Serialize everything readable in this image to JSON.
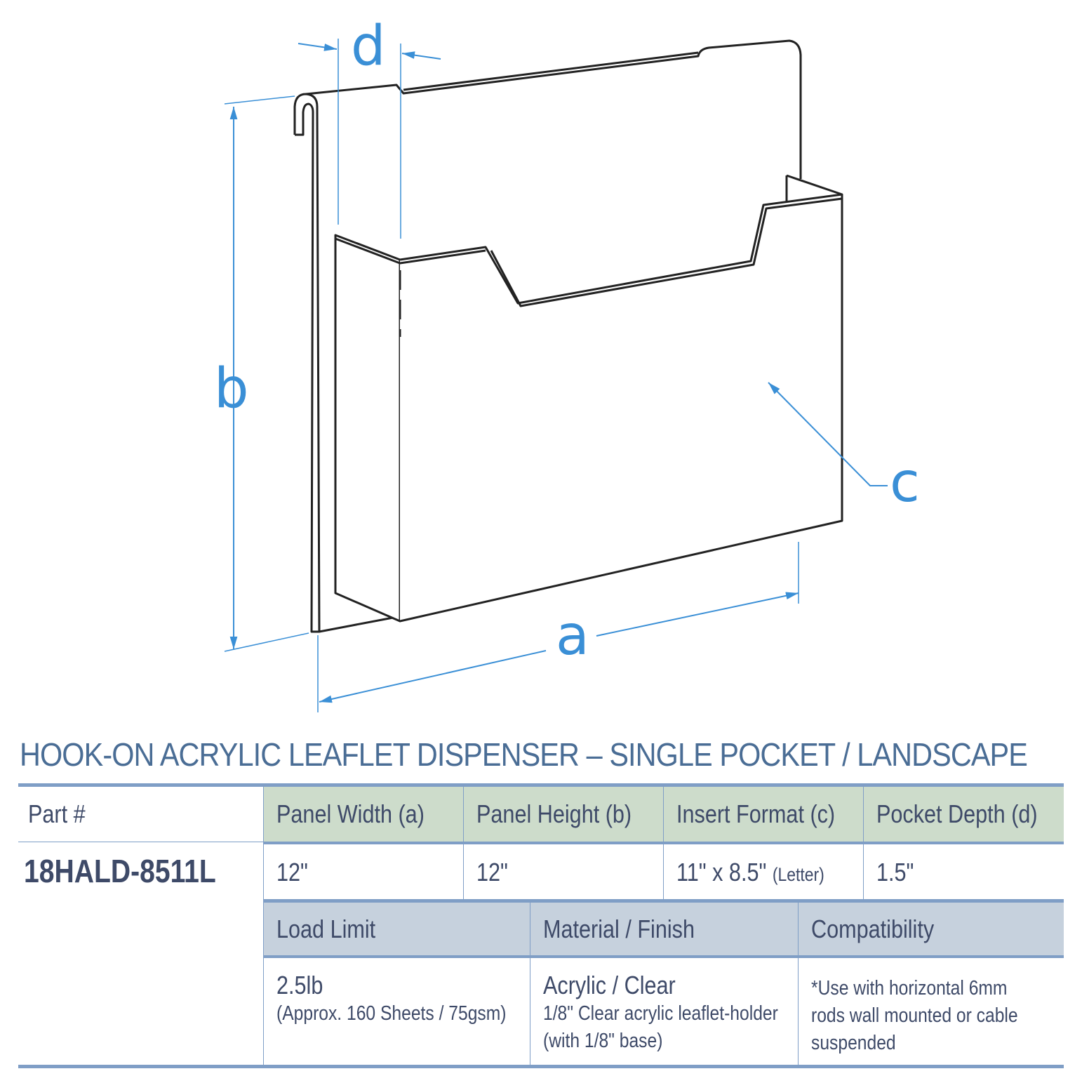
{
  "diagram": {
    "labels": {
      "a": "a",
      "b": "b",
      "c": "c",
      "d": "d"
    },
    "colors": {
      "dimension": "#3a8fd6",
      "outline": "#222222"
    }
  },
  "title": "HOOK-ON ACRYLIC LEAFLET DISPENSER – SINGLE POCKET / LANDSCAPE",
  "table": {
    "part_header": "Part #",
    "part_number": "18HALD-8511L",
    "headers1": [
      "Panel Width (a)",
      "Panel Height (b)",
      "Insert Format (c)",
      "Pocket Depth (d)"
    ],
    "values1": {
      "width": "12\"",
      "height": "12\"",
      "format": "11\" x 8.5\"",
      "format_note": "(Letter)",
      "depth": "1.5\""
    },
    "headers2": [
      "Load Limit",
      "Material / Finish",
      "Compatibility"
    ],
    "load": {
      "value": "2.5lb",
      "note": "(Approx. 160 Sheets / 75gsm)"
    },
    "material": {
      "value": "Acrylic / Clear",
      "line1": "1/8\" Clear acrylic leaflet-holder",
      "line2": "(with 1/8\" base)"
    },
    "compat": {
      "line1": "*Use with horizontal 6mm",
      "line2": "rods wall mounted or cable",
      "line3": "suspended"
    },
    "colors": {
      "header_green": "#cddccb",
      "header_gray": "#c6d1dd",
      "rule": "#7f9ec6",
      "text": "#3e4a68",
      "title": "#4a6d95"
    }
  }
}
